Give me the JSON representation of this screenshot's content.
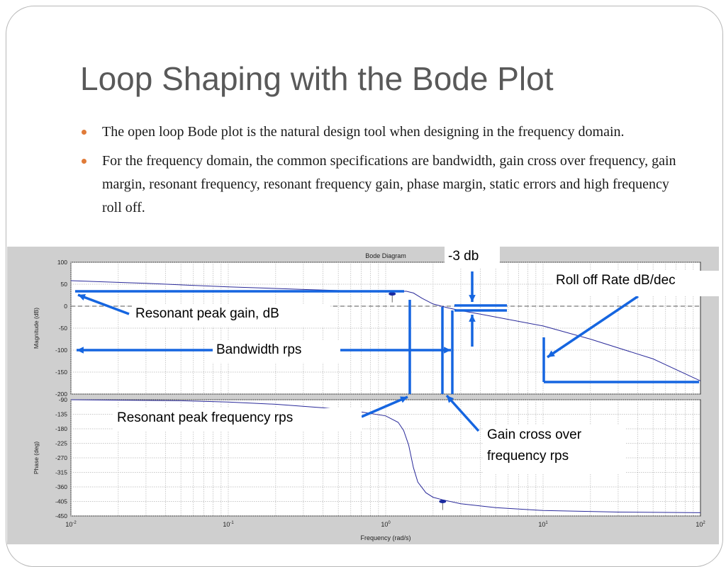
{
  "slide": {
    "title": "Loop Shaping with the Bode Plot",
    "bullets": [
      "The open loop Bode plot is the natural design tool when designing in the frequency domain.",
      "For the frequency domain, the common specifications are bandwidth, gain cross over frequency, gain margin, resonant frequency, resonant frequency gain, phase margin, static errors and high frequency roll off."
    ]
  },
  "colors": {
    "accent": "#1565e0",
    "trace": "#2a2a9a",
    "bullet": "#e07b39",
    "panel": "#cfcfcf"
  },
  "chart_data": {
    "type": "line",
    "title": "Bode Diagram",
    "xlabel": "Frequency  (rad/s)",
    "xscale": "log",
    "xlim": [
      0.01,
      100
    ],
    "x_ticks": [
      {
        "value": 0.01,
        "base": "10",
        "exp": "-2"
      },
      {
        "value": 0.1,
        "base": "10",
        "exp": "-1"
      },
      {
        "value": 1,
        "base": "10",
        "exp": "0"
      },
      {
        "value": 10,
        "base": "10",
        "exp": "1"
      },
      {
        "value": 100,
        "base": "10",
        "exp": "2"
      }
    ],
    "grid": true,
    "panels": [
      {
        "name": "magnitude",
        "ylabel": "Magnitude (dB)",
        "ylim": [
          -200,
          100
        ],
        "yticks": [
          100,
          50,
          0,
          -50,
          -100,
          -150,
          -200
        ],
        "reference_lines": [
          0
        ],
        "series": [
          {
            "x": [
              0.01,
              0.03,
              0.1,
              0.3,
              0.7,
              1.0,
              1.2,
              1.35,
              1.5,
              1.7,
              2.0,
              2.5,
              3,
              4,
              6,
              10,
              20,
              50,
              100
            ],
            "y": [
              58,
              52,
              44,
              38,
              34,
              32.5,
              33,
              34,
              30,
              18,
              5,
              -4,
              -10,
              -18,
              -30,
              -45,
              -75,
              -120,
              -170
            ]
          }
        ],
        "markers": [
          {
            "x": 1.1,
            "y": 28
          }
        ]
      },
      {
        "name": "phase",
        "ylabel": "Phase (deg)",
        "ylim": [
          -450,
          -90
        ],
        "yticks": [
          -90,
          -135,
          -180,
          -225,
          -270,
          -315,
          -360,
          -405,
          -450
        ],
        "series": [
          {
            "x": [
              0.01,
              0.05,
              0.1,
              0.2,
              0.4,
              0.7,
              1.0,
              1.2,
              1.3,
              1.4,
              1.5,
              1.6,
              1.8,
              2.0,
              2.3,
              3,
              5,
              10,
              30,
              100
            ],
            "y": [
              -90,
              -93,
              -97,
              -104,
              -115,
              -128,
              -140,
              -160,
              -185,
              -230,
              -300,
              -345,
              -378,
              -392,
              -400,
              -412,
              -424,
              -433,
              -438,
              -440
            ]
          }
        ],
        "markers": [
          {
            "x": 2.3,
            "y": -405
          }
        ]
      }
    ],
    "annotations": [
      "-3 db",
      "Roll off Rate dB/dec",
      "Resonant peak gain, dB",
      "Bandwidth rps",
      "Resonant peak frequency rps",
      "Gain cross over frequency rps"
    ]
  }
}
